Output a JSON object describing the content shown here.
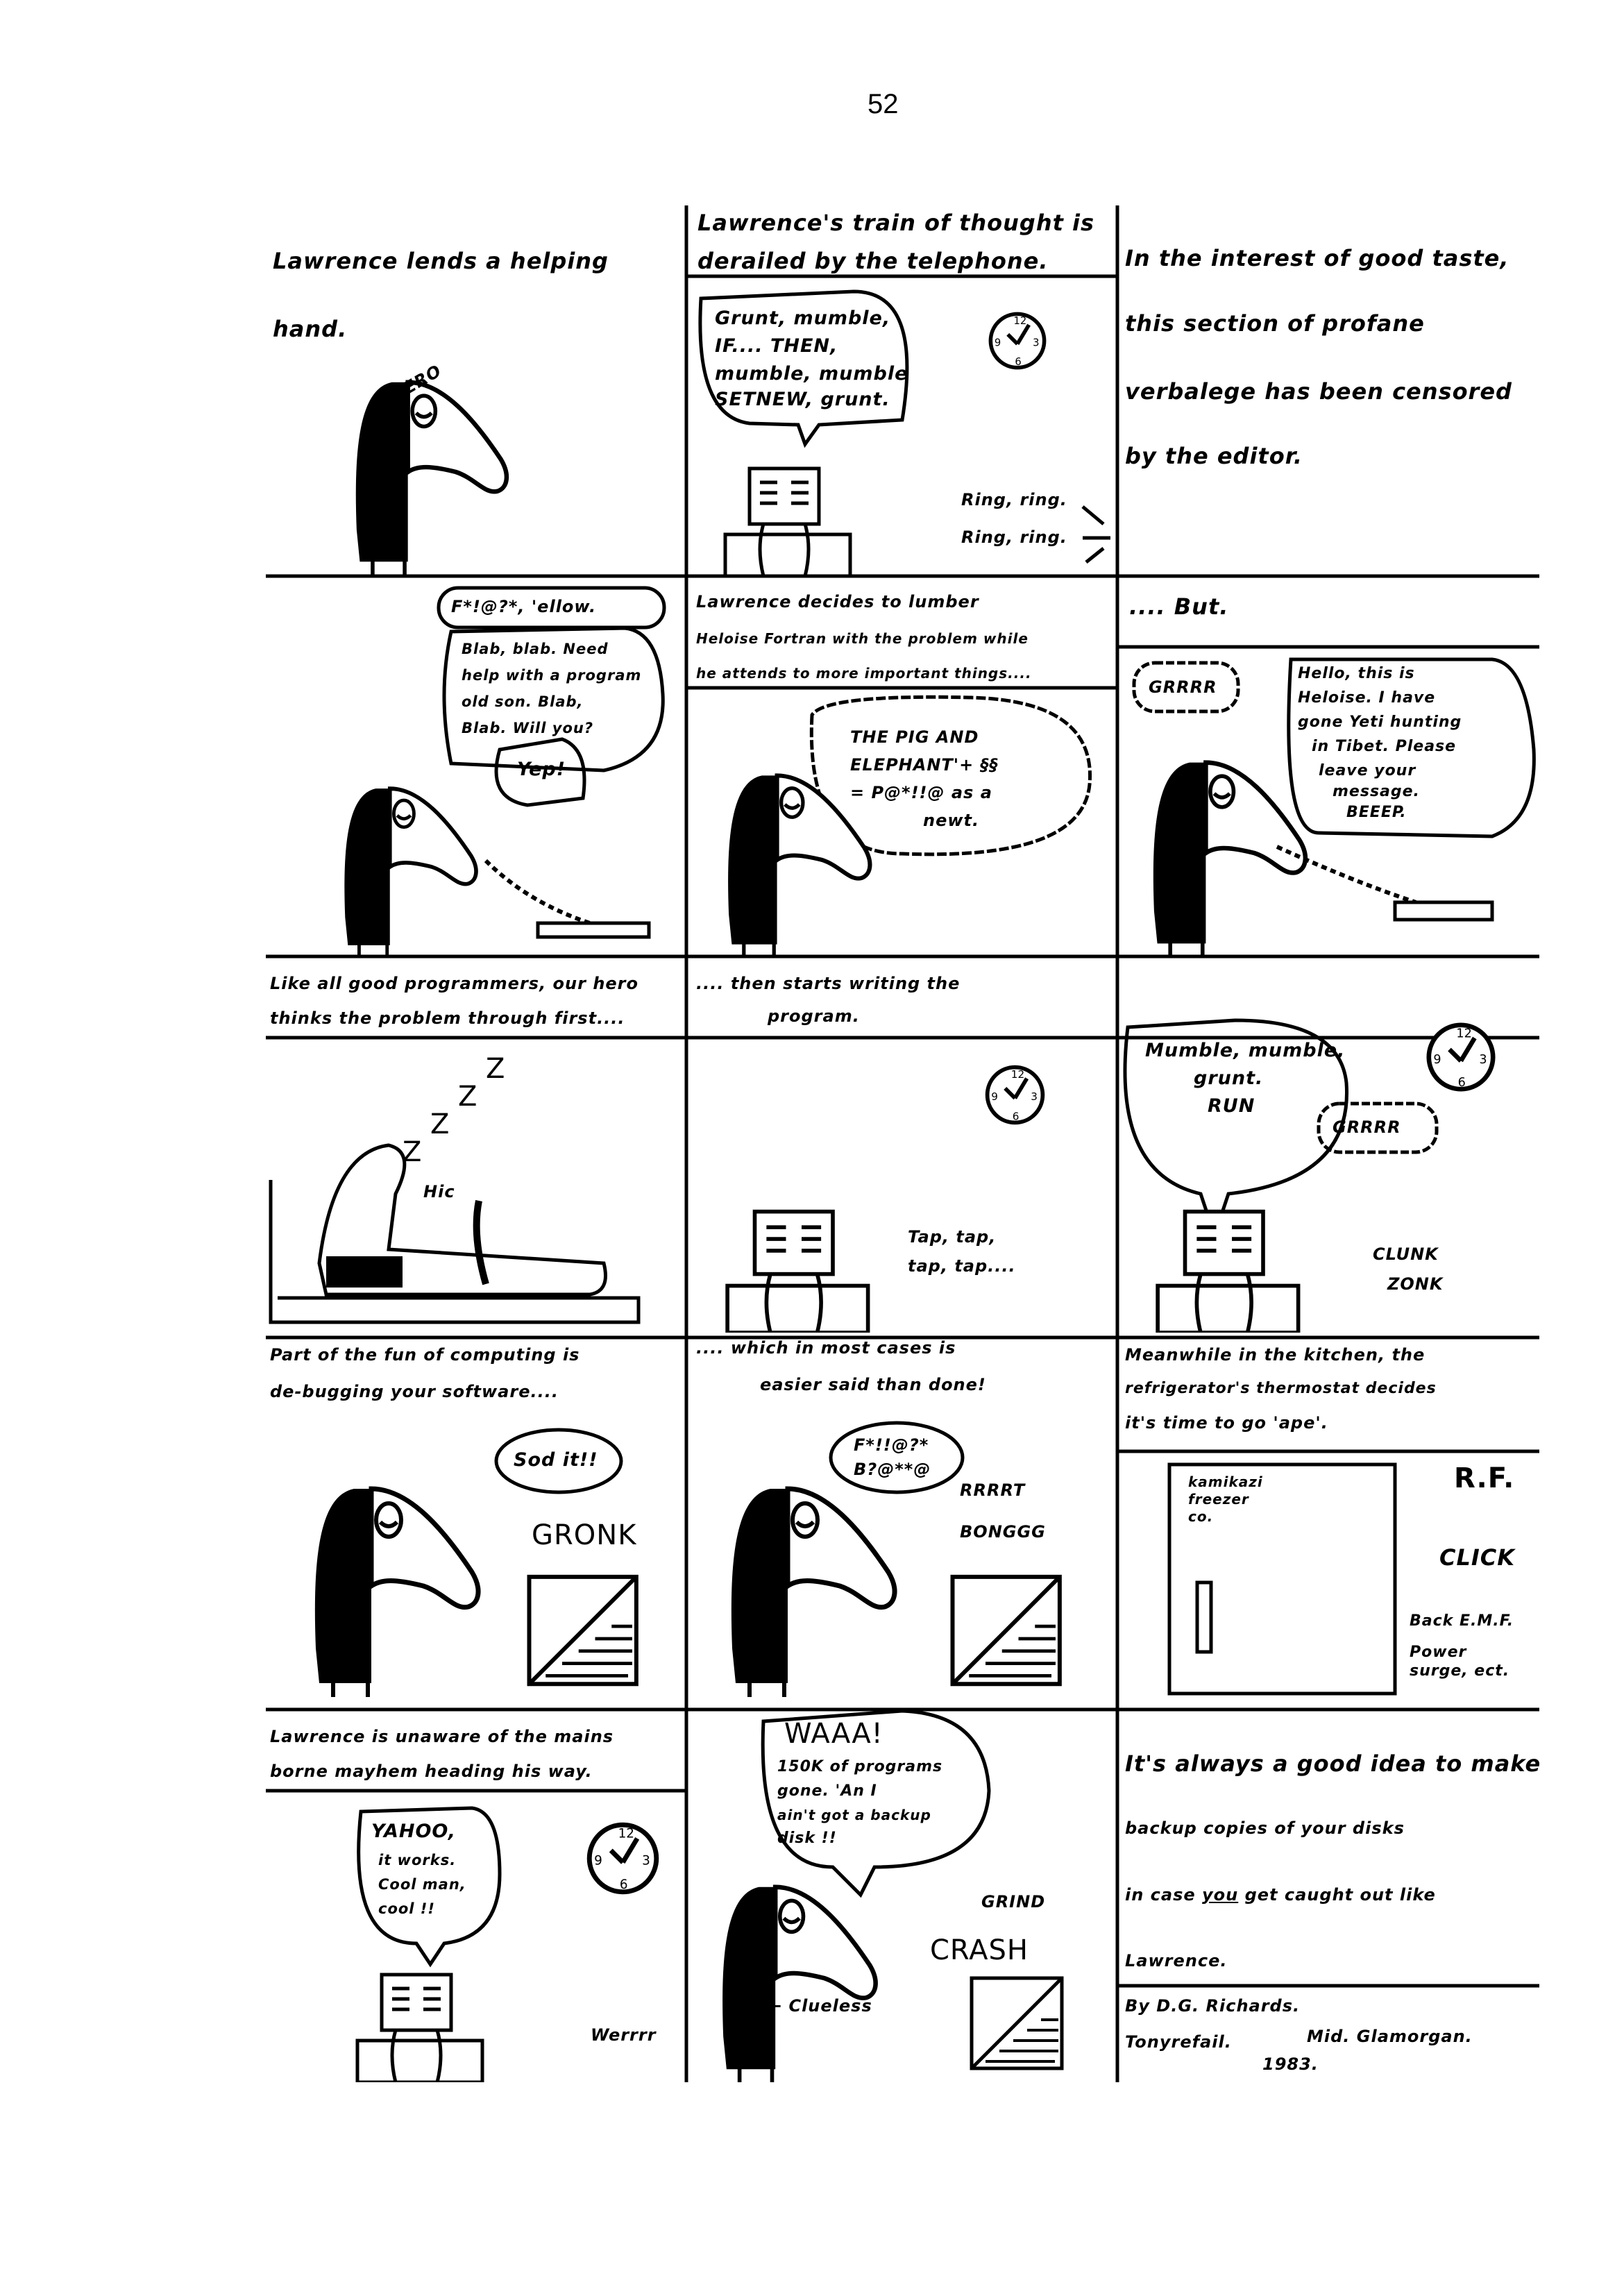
{
  "page_number": "52",
  "rows": [
    {
      "left": {
        "caption": [
          "Lawrence lends a helping",
          "hand."
        ],
        "shirt_letters": "HERO"
      },
      "middle": {
        "caption": [
          "Lawrence's train of thought is",
          "derailed by the telephone."
        ],
        "speech": [
          "Grunt, mumble,",
          "IF.... THEN,",
          "mumble, mumble",
          "SETNEW, grunt."
        ],
        "sound": [
          "Ring, ring.",
          "Ring, ring."
        ]
      },
      "right": {
        "caption": [
          "In the interest of good taste,",
          "this section of profane",
          "verbalege has been censored",
          "by the editor."
        ]
      }
    },
    {
      "left": {
        "speech_top": "F*!@?*, 'ellow.",
        "speech_phone": [
          "Blab, blab.  Need",
          "help with a program",
          "old son.  Blab,",
          "Blab.  Will you?"
        ],
        "reply": "Yep!"
      },
      "middle": {
        "caption": [
          "Lawrence decides to lumber",
          "Heloise Fortran with the problem while",
          "he attends to more important things...."
        ],
        "thought": [
          "THE PIG AND",
          "ELEPHANT'+ §§",
          "= P@*!!@  as a",
          "newt."
        ]
      },
      "right": {
        "caption": [
          ".... But."
        ],
        "growl": "GRRRR",
        "speech": [
          "Hello, this is",
          "Heloise.  I have",
          "gone Yeti hunting",
          "in Tibet.  Please",
          "leave your",
          "message.",
          "BEEEP."
        ]
      }
    },
    {
      "left": {
        "caption": [
          "Like all good programmers, our hero",
          "thinks the problem through first...."
        ],
        "snore": [
          "Z",
          "Z",
          "Z",
          "Z"
        ],
        "sound": "Hic"
      },
      "middle": {
        "caption": [
          ".... then starts writing the",
          "program."
        ],
        "sound": [
          "Tap, tap,",
          "tap, tap...."
        ]
      },
      "right": {
        "speech": [
          "Mumble, mumble,",
          "grunt.",
          "RUN"
        ],
        "growl": "GRRRR",
        "sound": [
          "CLUNK",
          "ZONK"
        ]
      }
    },
    {
      "left": {
        "caption": [
          "Part of the fun of computing is",
          "de-bugging your software...."
        ],
        "speech": "Sod it!!",
        "sound": "GRONK"
      },
      "middle": {
        "caption": [
          ".... which in most cases is",
          "easier said than done!"
        ],
        "speech": [
          "F*!!@?*",
          "B?@**@"
        ],
        "sound": [
          "RRRRT",
          "BONGGG"
        ]
      },
      "right": {
        "caption": [
          "Meanwhile in the kitchen, the",
          "refrigerator's thermostat decides",
          "it's time to go 'ape'."
        ],
        "fridge_label": [
          "kamikazi",
          "freezer",
          "co."
        ],
        "sound": [
          "R.F.",
          "CLICK",
          "Back E.M.F.",
          "Power",
          "surge, ect."
        ]
      }
    },
    {
      "left": {
        "caption": [
          "Lawrence is unaware of the mains",
          "borne mayhem heading his way."
        ],
        "speech": [
          "YAHOO,",
          "it works.",
          "Cool man,",
          "cool !!"
        ],
        "sound": "Werrrr"
      },
      "middle": {
        "speech": [
          "WAAA!",
          "150K of programs",
          "gone.  'An I",
          "ain't got a backup",
          "disk !!"
        ],
        "sound": [
          "GRIND",
          "CRASH"
        ],
        "label": "← Clueless"
      },
      "right": {
        "caption": [
          "It's always a good idea to make",
          "backup copies of your disks"
        ],
        "caption_pre": "in case ",
        "caption_under": "you",
        "caption_post": " get caught out like",
        "caption_end": "Lawrence.",
        "credit": [
          "By D.G. Richards.",
          "Tonyrefail.",
          "Mid. Glamorgan.",
          "1983."
        ]
      }
    }
  ]
}
